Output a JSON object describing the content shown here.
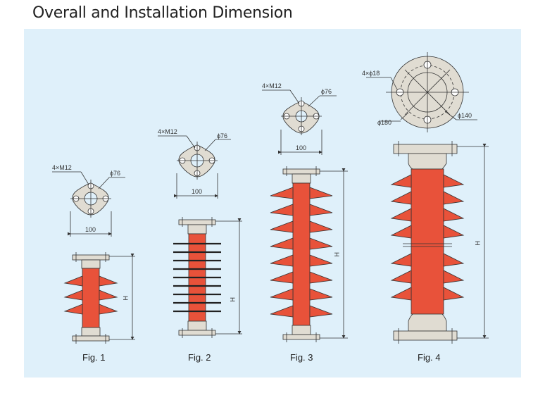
{
  "title": "Overall and Installation Dimension",
  "colors": {
    "panel": "#dff0fa",
    "shed": "#e8523a",
    "flange": "#e0dcd2",
    "line": "#333333"
  },
  "figures": [
    {
      "caption": "Fig. 1",
      "bolts": "4×M12",
      "bore": "ϕ76",
      "width": "100",
      "height_label": "H"
    },
    {
      "caption": "Fig. 2",
      "bolts": "4×M12",
      "bore": "ϕ76",
      "width": "100",
      "height_label": "H"
    },
    {
      "caption": "Fig. 3",
      "bolts": "4×M12",
      "bore": "ϕ76",
      "width": "100",
      "height_label": "H"
    },
    {
      "caption": "Fig. 4",
      "bolts": "4×ϕ18",
      "outer": "ϕ180",
      "bolt_circle": "ϕ140",
      "height_label": "H"
    }
  ]
}
